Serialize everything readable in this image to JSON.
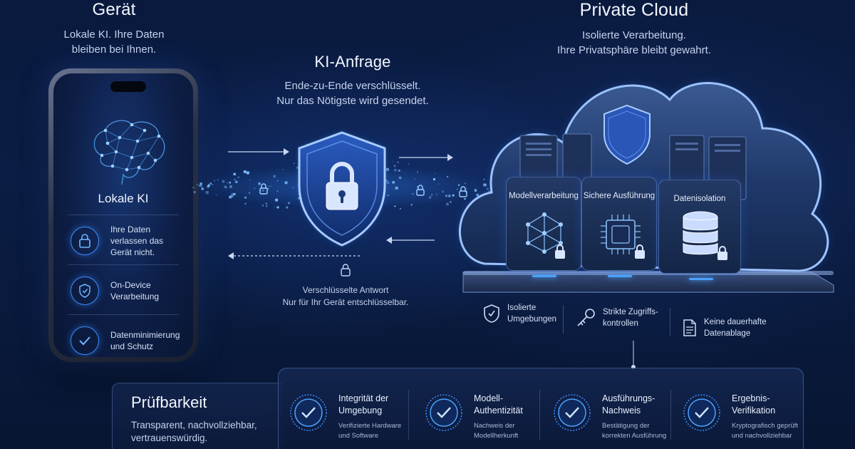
{
  "device": {
    "title": "Gerät",
    "subtitle_line1": "Lokale KI. Ihre Daten",
    "subtitle_line2": "bleiben bei Ihnen.",
    "screen_label": "Lokale KI",
    "features": [
      {
        "icon": "lock-icon",
        "line1": "Ihre Daten",
        "line2": "verlassen das",
        "line3": "Gerät nicht."
      },
      {
        "icon": "shield-check-icon",
        "line1": "On-Device",
        "line2": "Verarbeitung"
      },
      {
        "icon": "check-icon",
        "line1": "Datenminimierung",
        "line2": "und Schutz"
      }
    ]
  },
  "request": {
    "title": "KI-Anfrage",
    "subtitle_line1": "Ende-zu-Ende verschlüsselt.",
    "subtitle_line2": "Nur das Nötigste wird gesendet."
  },
  "response": {
    "line1": "Verschlüsselte Antwort",
    "line2": "Nur für Ihr Gerät entschlüsselbar."
  },
  "cloud": {
    "title": "Private Cloud",
    "subtitle_line1": "Isolierte Verarbeitung.",
    "subtitle_line2": "Ihre Privatsphäre bleibt gewahrt.",
    "modules": [
      {
        "label": "Modellverarbeitung",
        "icon": "network-icon"
      },
      {
        "label": "Sichere Ausführung",
        "icon": "chip-icon"
      },
      {
        "label": "Datenisolation",
        "icon": "database-icon"
      }
    ],
    "features": [
      {
        "icon": "shield-check-icon",
        "line1": "Isolierte",
        "line2": "Umgebungen"
      },
      {
        "icon": "key-icon",
        "line1": "Strikte Zugriffs-",
        "line2": "kontrollen"
      },
      {
        "icon": "document-icon",
        "line1": "Keine dauerhafte",
        "line2": "Datenablage"
      }
    ]
  },
  "audit": {
    "title": "Prüfbarkeit",
    "subtitle_line1": "Transparent, nachvollziehbar,",
    "subtitle_line2": "vertrauenswürdig.",
    "items": [
      {
        "title_line1": "Integrität der",
        "title_line2": "Umgebung",
        "desc_line1": "Verifizierte Hardware",
        "desc_line2": "und Software"
      },
      {
        "title_line1": "Modell-",
        "title_line2": "Authentizität",
        "desc_line1": "Nachweis der",
        "desc_line2": "Modellherkunft"
      },
      {
        "title_line1": "Ausführungs-",
        "title_line2": "Nachweis",
        "desc_line1": "Bestätigung der",
        "desc_line2": "korrekten Ausführung"
      },
      {
        "title_line1": "Ergebnis-",
        "title_line2": "Verifikation",
        "desc_line1": "Kryptografisch geprüft",
        "desc_line2": "und nachvollziehbar"
      }
    ]
  },
  "colors": {
    "accent": "#3a8cff",
    "background": "#0b1d44",
    "glow": "#4aa2ff"
  }
}
